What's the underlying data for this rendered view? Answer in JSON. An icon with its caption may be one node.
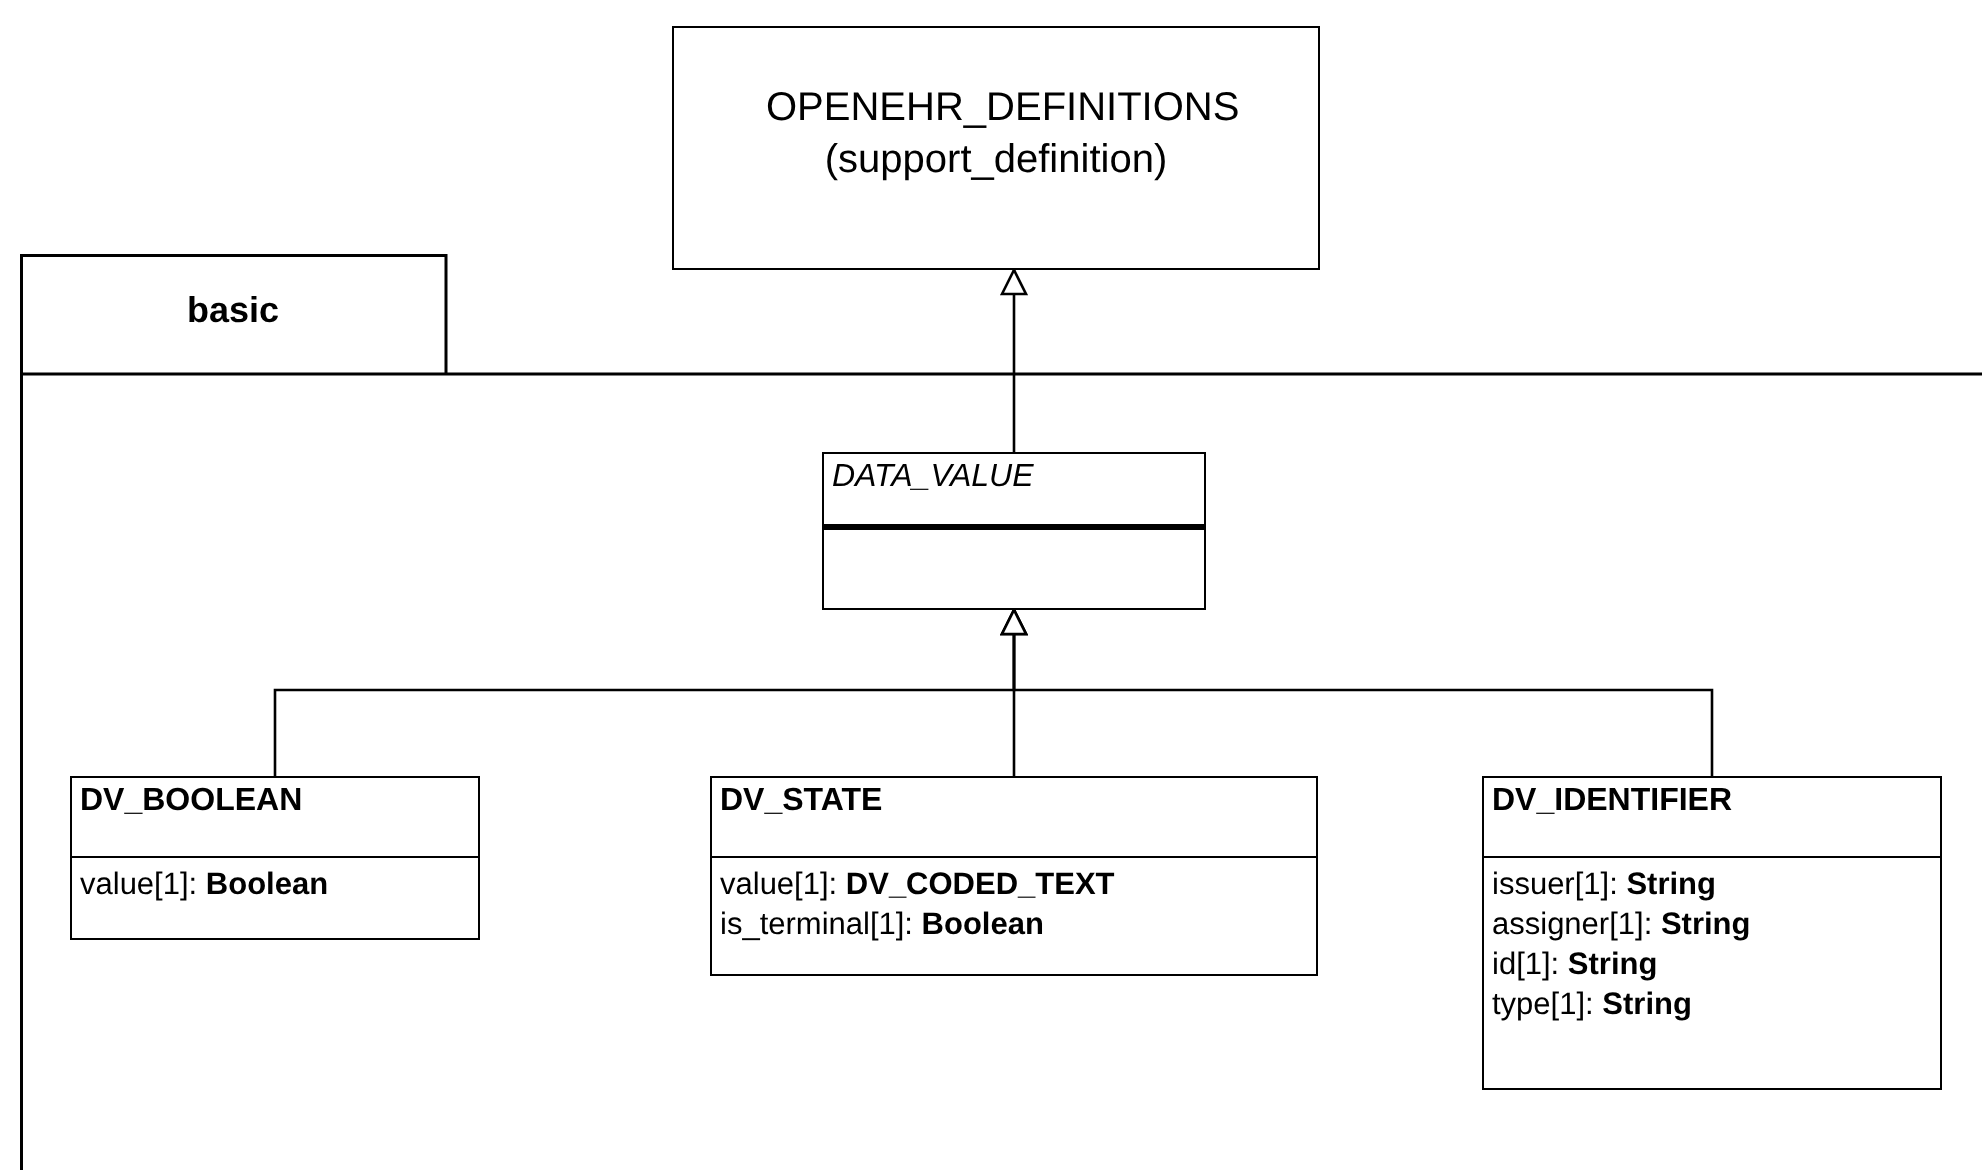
{
  "diagram": {
    "nodes": [
      {
        "text": [
          "OPENEHR_DEFINITIONS (support_definition)"
        ]
      },
      {
        "text": [
          "basic"
        ]
      },
      {
        "text": [
          "DATA_VALUE"
        ],
        "in": 1
      },
      {
        "text": [
          "DV_BOOLEAN",
          "value[1]: **Boolean**"
        ],
        "in": 1
      },
      {
        "text": [
          "DV_STATE",
          "value[1]: **DV_CODED_TEXT**",
          "is_terminal[1]: **Boolean**"
        ],
        "in": 1
      },
      {
        "text": [
          "DV_IDENTIFIER",
          "issuer[1]: **String**",
          "assigner[1]: **String**",
          "id[1]: **String**",
          "type[1]: **String**"
        ],
        "in": 1
      }
    ],
    "edges": [
      {
        "from": 2,
        "to": 0,
        "arrow": "to"
      },
      {
        "from": 3,
        "to": 2,
        "arrow": "to"
      },
      {
        "from": 4,
        "to": 2,
        "arrow": "to"
      },
      {
        "from": 5,
        "to": 2,
        "arrow": "to"
      }
    ]
  }
}
